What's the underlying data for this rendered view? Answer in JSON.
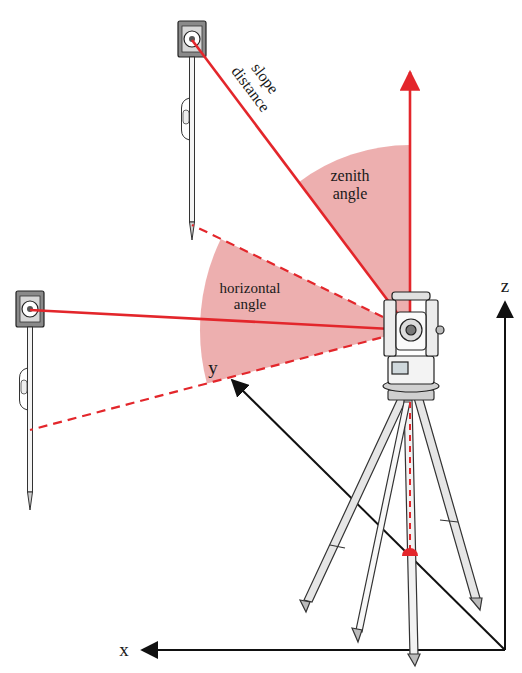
{
  "diagram": {
    "labels": [
      "slope distance",
      "zenith angle",
      "horizontal angle",
      "z",
      "y",
      "x"
    ]
  }
}
